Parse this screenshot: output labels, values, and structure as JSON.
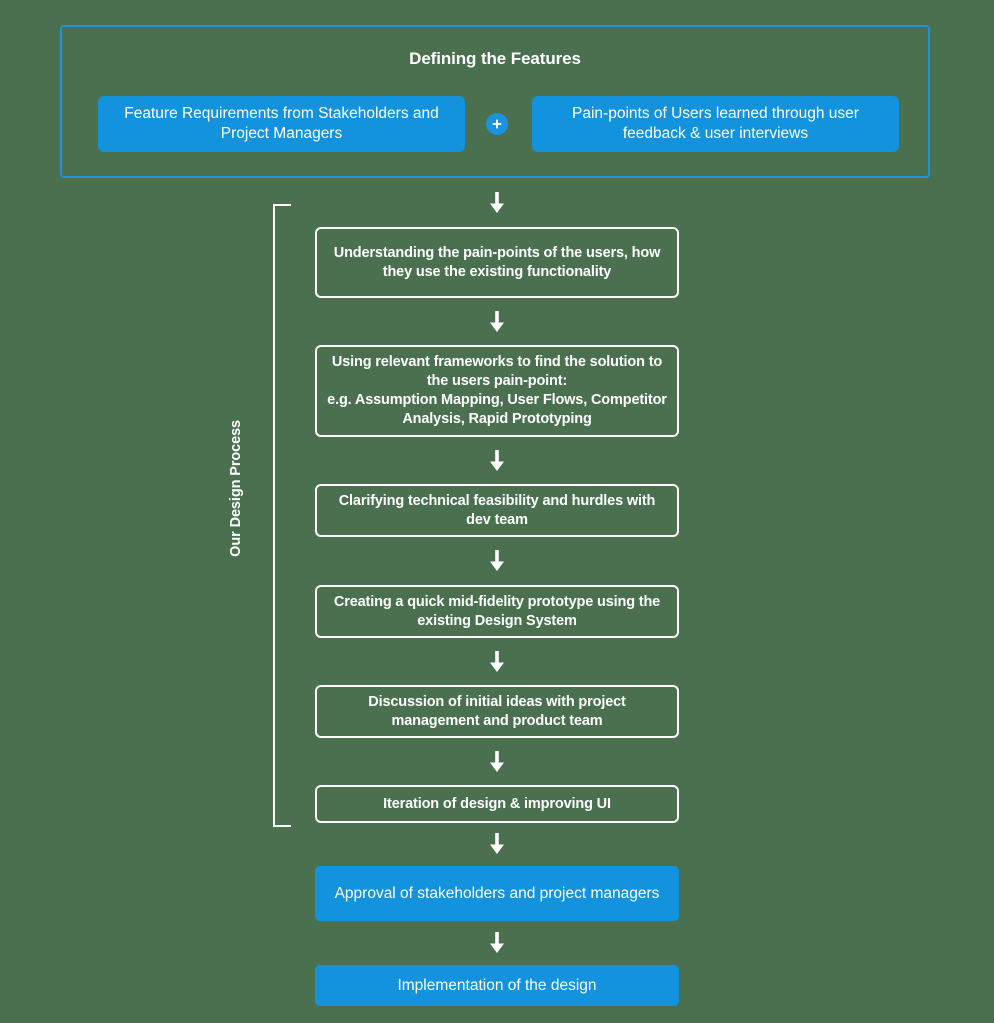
{
  "diagram": {
    "background_color": "#4a7050",
    "accent_color": "#1393dd",
    "outline_color": "#ffffff",
    "arrow_icon": "arrow-down-icon",
    "plus_icon": "plus-icon"
  },
  "define_section": {
    "title": "Defining the Features",
    "inputs": [
      {
        "label": "Feature Requirements from Stakeholders and Project Managers"
      },
      {
        "label": "Pain-points of Users learned through user feedback & user interviews"
      }
    ],
    "connector": "+"
  },
  "process": {
    "label": "Our Design Process",
    "steps": [
      {
        "label": "Understanding the pain-points of the users, how they use the existing functionality",
        "style": "outline"
      },
      {
        "label": "Using relevant frameworks to find the solution to the users pain-point:\ne.g. Assumption Mapping, User Flows, Competitor Analysis, Rapid Prototyping",
        "style": "outline"
      },
      {
        "label": "Clarifying technical feasibility and hurdles with dev team",
        "style": "outline"
      },
      {
        "label": "Creating a quick mid-fidelity prototype using the existing Design System",
        "style": "outline"
      },
      {
        "label": "Discussion of initial ideas with project management and product team",
        "style": "outline"
      },
      {
        "label": "Iteration of design & improving UI",
        "style": "outline"
      }
    ]
  },
  "outcome": {
    "steps": [
      {
        "label": "Approval of stakeholders and project managers",
        "style": "filled"
      },
      {
        "label": "Implementation of the design",
        "style": "filled"
      }
    ]
  }
}
